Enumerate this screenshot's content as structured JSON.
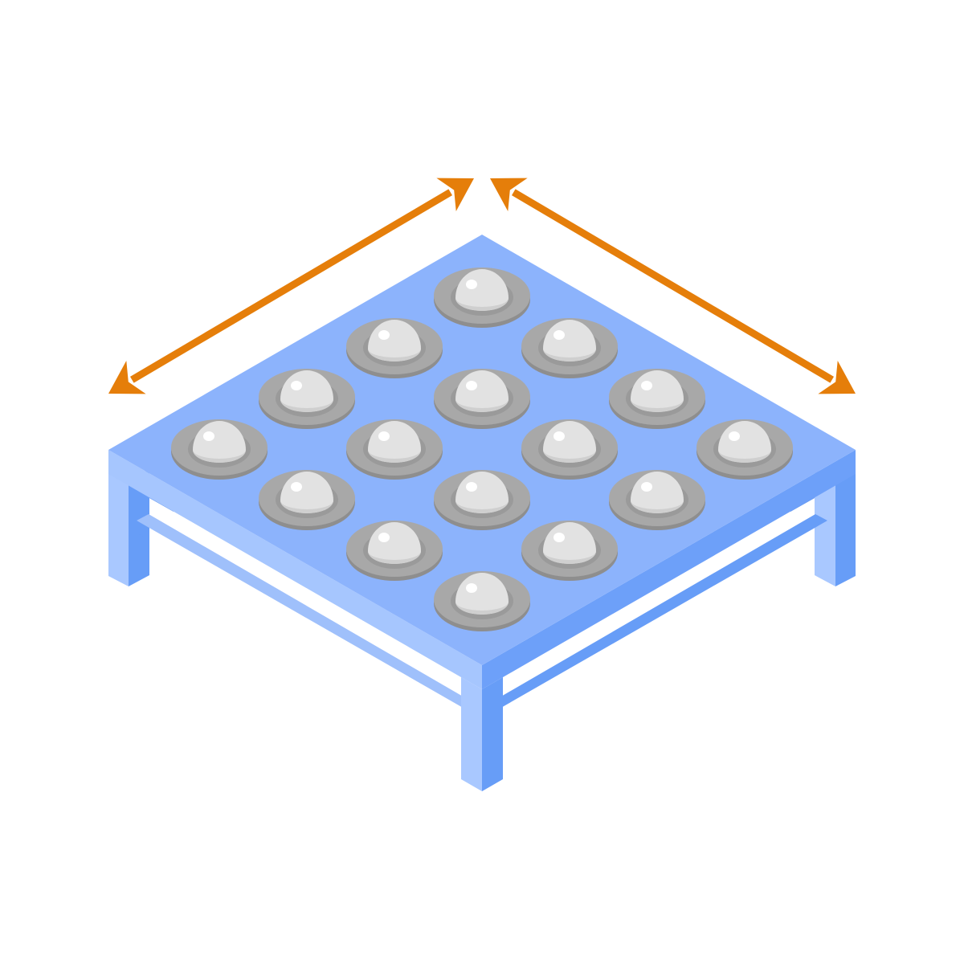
{
  "diagram": {
    "subject": "ball-transfer-table",
    "ball_rows": 4,
    "ball_columns": 4,
    "dimension_arrows": [
      {
        "id": "width-arrow",
        "axis": "left"
      },
      {
        "id": "depth-arrow",
        "axis": "right"
      }
    ]
  },
  "colors": {
    "background": "#ffffff",
    "table_top": "#8cb3fc",
    "table_front_right": "#6da0f9",
    "table_front_left": "#a6c6fe",
    "leg_light": "#a9c8ff",
    "leg_dark": "#679df7",
    "rail": "#9fc0fb",
    "rail_shadow": "#5e93ec",
    "ball_plate": "#a8a8a8",
    "ball_plate_edge": "#8e8e8e",
    "ball_recess": "#9a9a9a",
    "ball": "#e2e2e2",
    "ball_shade": "#cfcfcf",
    "ball_highlight": "#ffffff",
    "arrow": "#e57e0a"
  }
}
